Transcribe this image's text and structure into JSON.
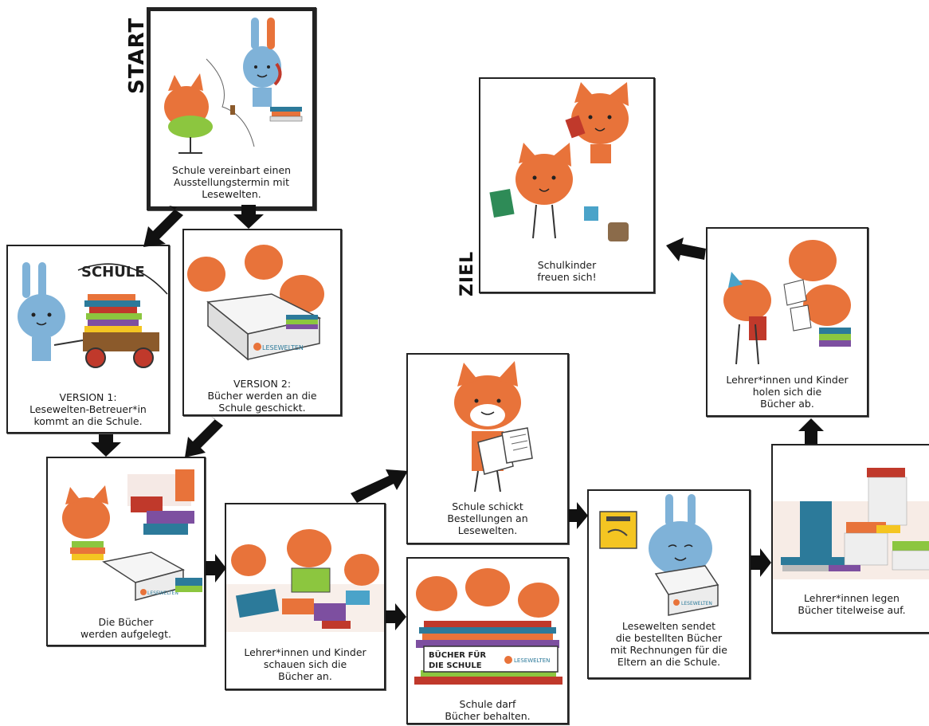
{
  "labels": {
    "start": "START",
    "ziel": "ZIEL"
  },
  "panels": {
    "start": {
      "caption": "Schule vereinbart einen\nAusstellungstermin mit\nLesewelten."
    },
    "version1": {
      "caption": "VERSION 1:\nLesewelten-Betreuer*in\nkommt an die Schule.",
      "sign": "SCHULE"
    },
    "version2": {
      "caption": "VERSION 2:\nBücher werden an die\nSchule geschickt.",
      "box_logo": "LESEWELTEN"
    },
    "aufgelegt": {
      "caption": "Die Bücher\nwerden aufgelegt.",
      "box_logo": "LESEWELTEN"
    },
    "schauen": {
      "caption": "Lehrer*innen und Kinder\nschauen sich die\nBücher an."
    },
    "bestellen": {
      "caption": "Schule schickt\nBestellungen an\nLesewelten."
    },
    "behalten": {
      "caption": "Schule darf\nBücher behalten.",
      "banner_line1": "BÜCHER FÜR",
      "banner_line2": "DIE SCHULE",
      "banner_logo": "LESEWELTEN"
    },
    "senden": {
      "caption": "Lesewelten sendet\ndie bestellten Bücher\nmit Rechnungen für die\nEltern an die Schule.",
      "box_logo": "LESEWELTEN"
    },
    "titelweise": {
      "caption": "Lehrer*innen legen\nBücher titelweise auf."
    },
    "abholen": {
      "caption": "Lehrer*innen und Kinder\nholen sich die\nBücher ab."
    },
    "ziel": {
      "caption": "Schulkinder\nfreuen sich!"
    }
  },
  "colors": {
    "fox": "#e8733a",
    "bunny": "#7fb2d8",
    "border": "#222222",
    "arrow": "#111111",
    "post": "#f4c522"
  },
  "icons": [
    "fox-illustration",
    "bunny-illustration",
    "book-stack-illustration",
    "arrow-icon"
  ]
}
